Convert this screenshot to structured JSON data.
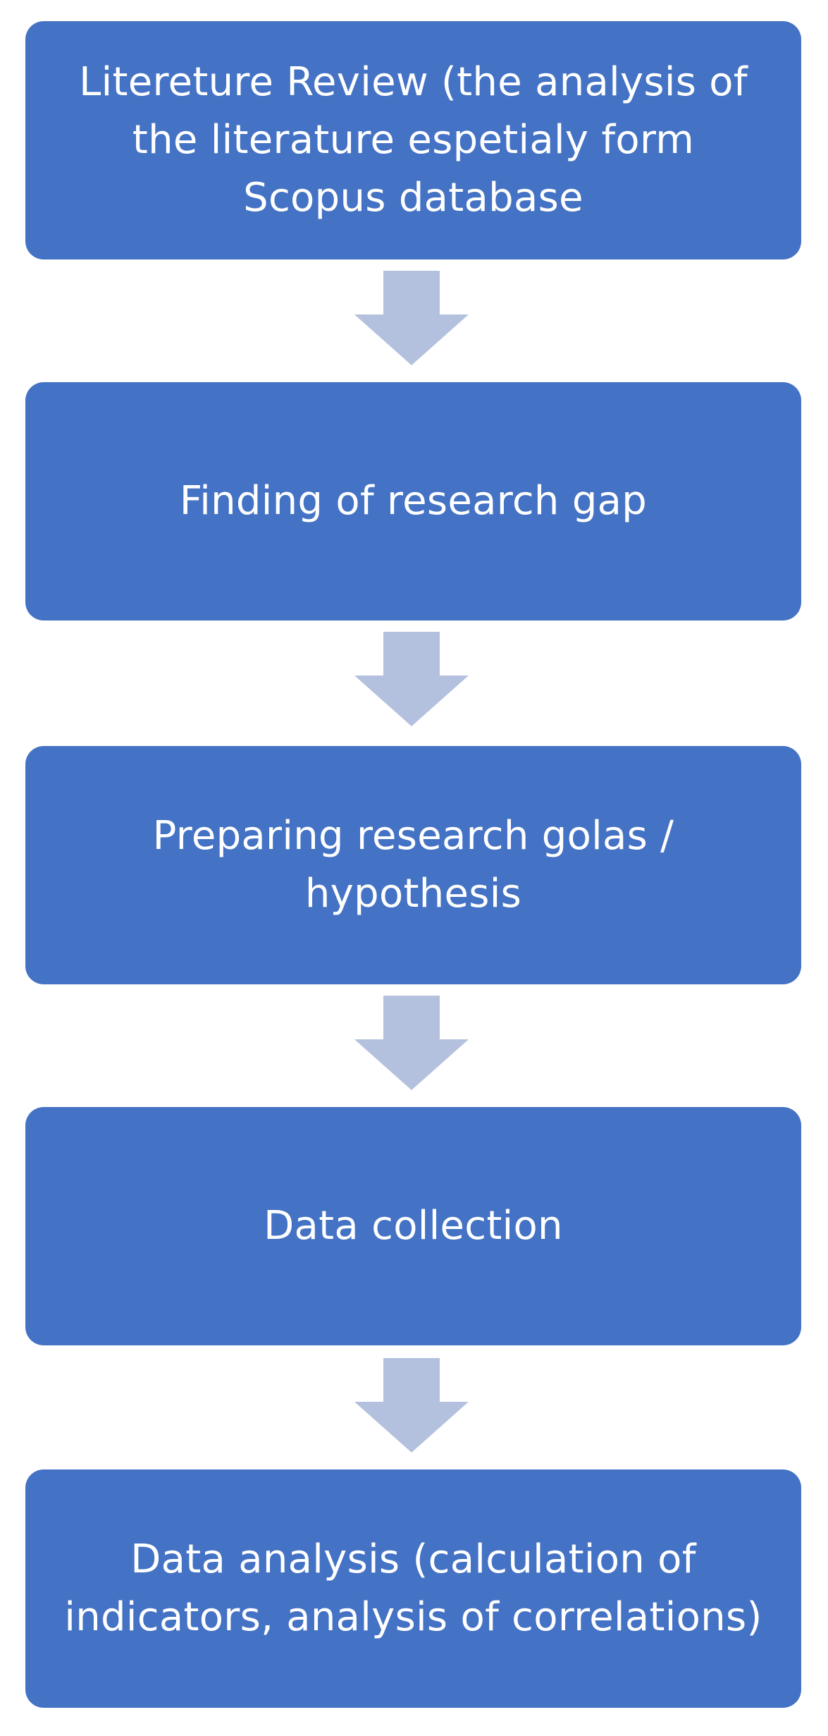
{
  "colors": {
    "step_fill": "#4472C4",
    "arrow_fill": "#B4C1DE",
    "text": "#FFFFFF",
    "background": "#FFFFFF"
  },
  "steps": [
    {
      "label": "Litereture Review (the analysis of the literature espetialy form Scopus database"
    },
    {
      "label": "Finding of research gap"
    },
    {
      "label": "Preparing research golas / hypothesis"
    },
    {
      "label": "Data collection"
    },
    {
      "label": "Data analysis (calculation of indicators, analysis of correlations)"
    }
  ],
  "arrows": [
    {
      "icon": "arrow-down-icon"
    },
    {
      "icon": "arrow-down-icon"
    },
    {
      "icon": "arrow-down-icon"
    },
    {
      "icon": "arrow-down-icon"
    }
  ]
}
